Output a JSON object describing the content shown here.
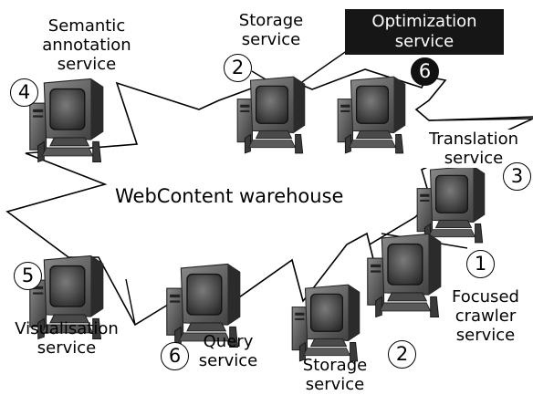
{
  "diagram": {
    "title": "WebContent warehouse",
    "computers": [
      {
        "id": "semantic",
        "label": "Semantic\nannotation\nservice",
        "number": "4",
        "dark": false
      },
      {
        "id": "storage-top",
        "label": "Storage\nservice",
        "number": "2",
        "dark": false
      },
      {
        "id": "optimization",
        "label": "Optimization\nservice",
        "number": "6",
        "dark": true
      },
      {
        "id": "translation",
        "label": "Translation\nservice",
        "number": "3",
        "dark": false
      },
      {
        "id": "crawler",
        "label": "Focused\ncrawler\nservice",
        "number": "1",
        "dark": false
      },
      {
        "id": "storage-bottom",
        "label": "Storage\nservice",
        "number": "2",
        "dark": false
      },
      {
        "id": "query",
        "label": "Query\nservice",
        "number": "6",
        "dark": false
      },
      {
        "id": "visualisation",
        "label": "Visualisation\nservice",
        "number": "5",
        "dark": false
      }
    ]
  }
}
